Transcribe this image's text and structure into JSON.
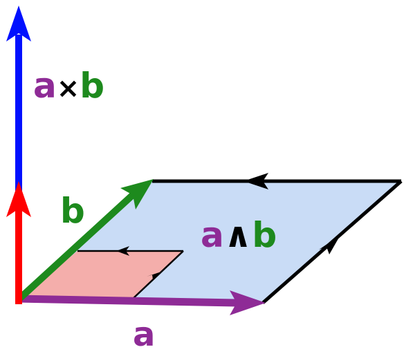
{
  "labels": {
    "cross_a": "a",
    "cross_op": "×",
    "cross_b": "b",
    "wedge_a": "a",
    "wedge_op": "∧",
    "wedge_b": "b",
    "vector_a": "a",
    "vector_b": "b"
  },
  "colors": {
    "vector_a": "#8e2b96",
    "vector_b": "#1d8a1d",
    "cross_product": "#0010ff",
    "small_vector": "#ff0000",
    "wedge_plane": "#c9dcf6",
    "small_plane": "#f4aeab",
    "orientation_edges": "#000000",
    "operator_text": "#000000"
  }
}
